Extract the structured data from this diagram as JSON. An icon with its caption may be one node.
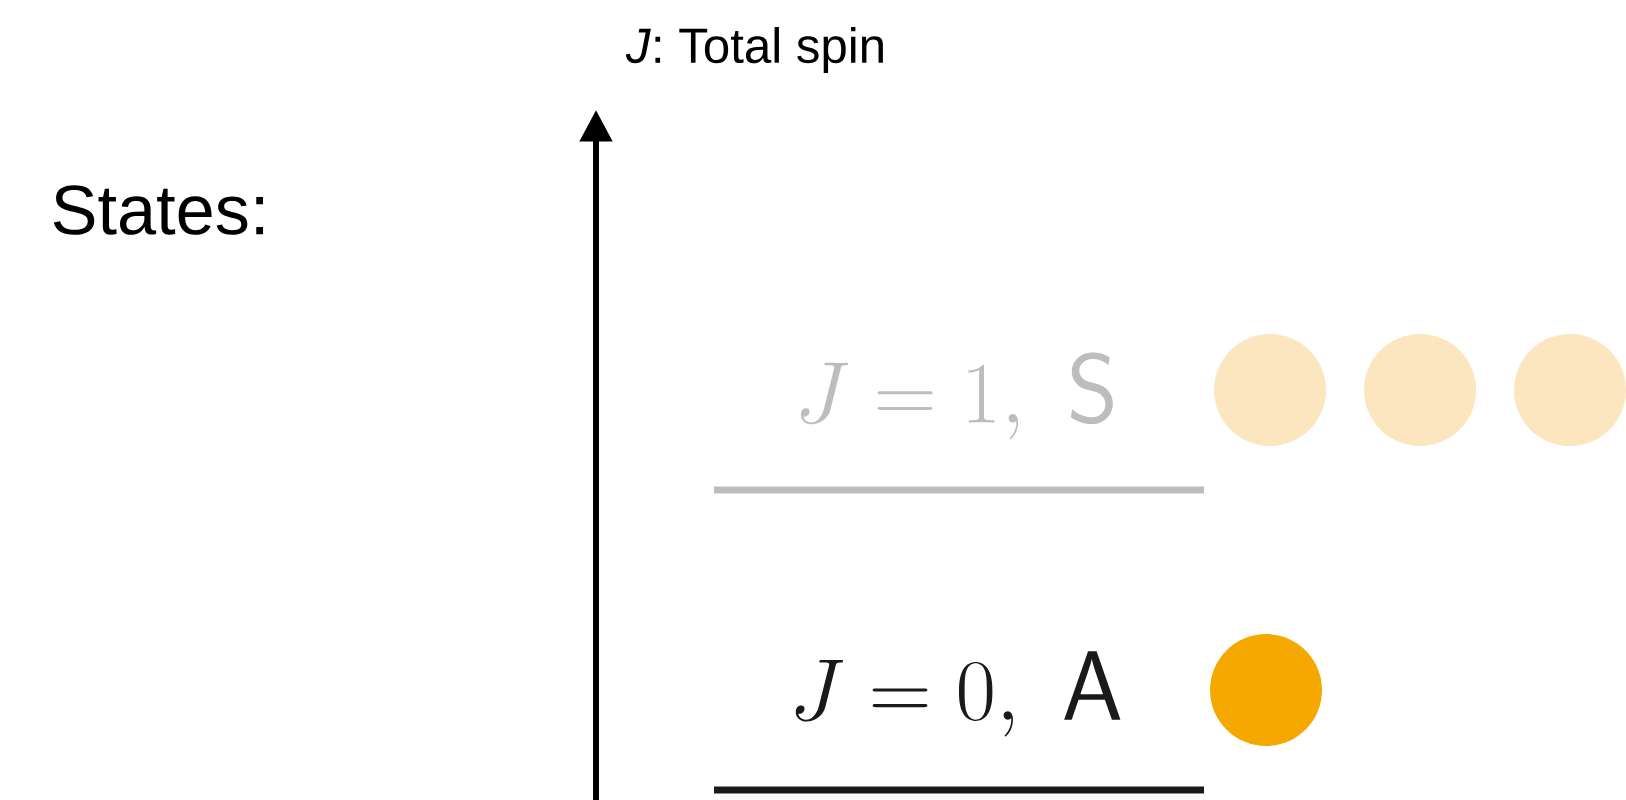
{
  "diagram": {
    "labels": [
      "*J*: Total spin",
      "States:",
      "J = 1,\\ \\mathsf{S}",
      "J = 0,\\ \\mathsf{A}"
    ]
  }
}
